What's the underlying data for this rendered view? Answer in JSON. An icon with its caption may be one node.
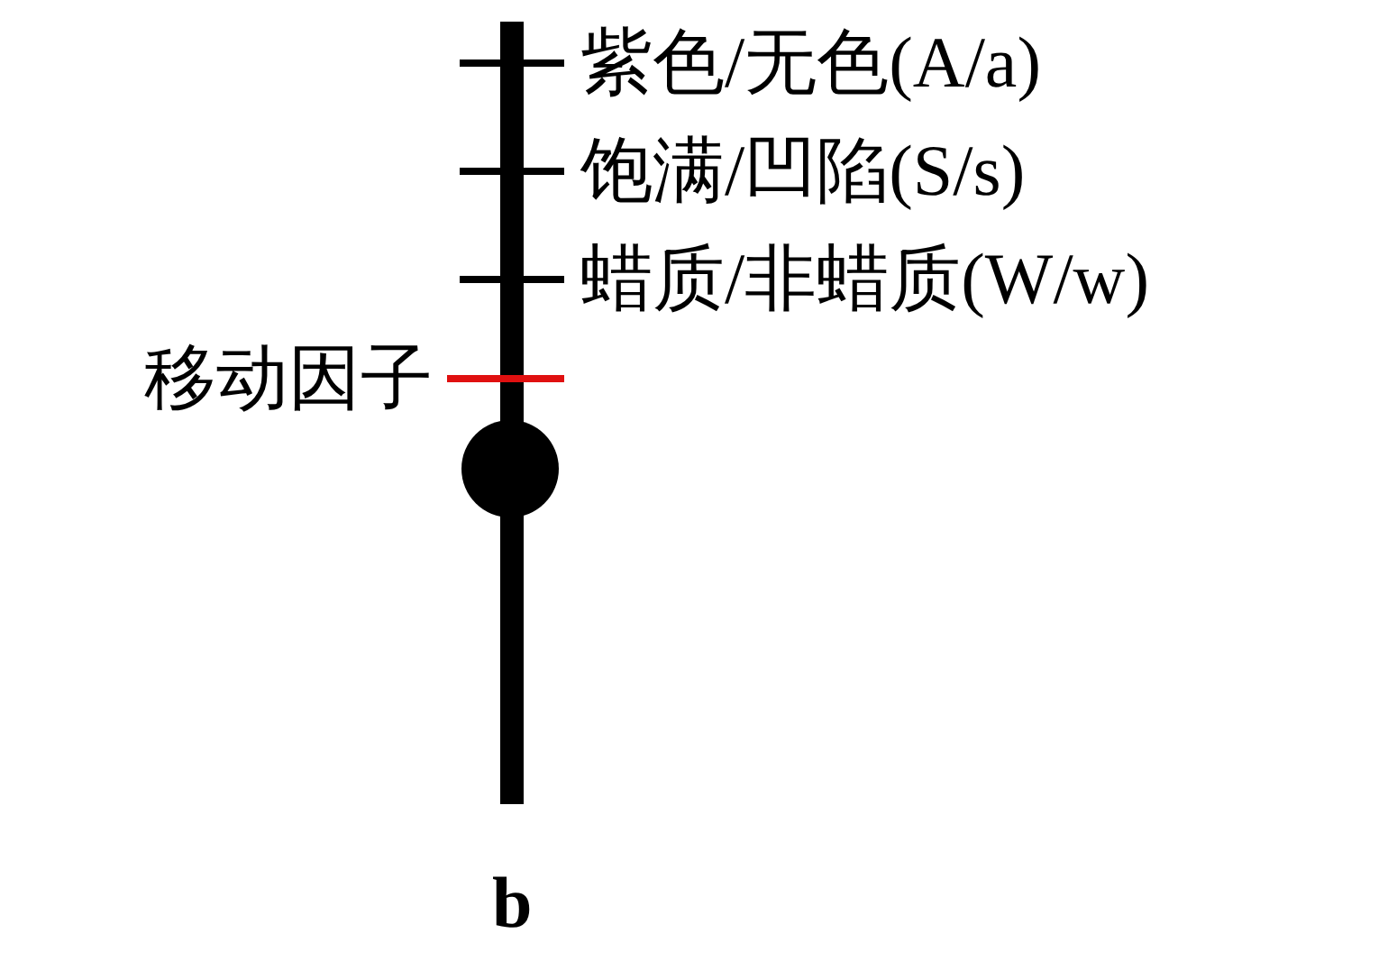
{
  "diagram": {
    "labels": [
      "紫色/无色(A/a)",
      "饱满/凹陷(S/s)",
      "蜡质/非蜡质(W/w)",
      "移动因子",
      "b"
    ]
  }
}
